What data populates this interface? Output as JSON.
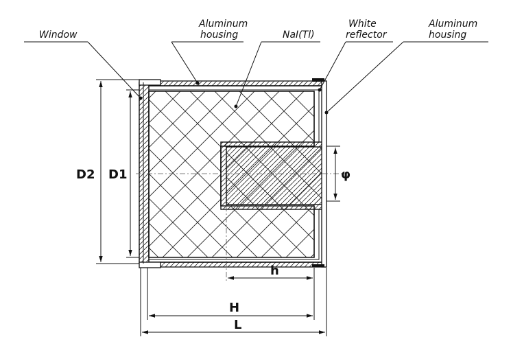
{
  "callouts": {
    "window": "Window",
    "aluminum_housing_left_line1": "Aluminum",
    "aluminum_housing_left_line2": "housing",
    "nai_tl": "NaI(Tl)",
    "white_reflector_line1": "White",
    "white_reflector_line2": "reflector",
    "aluminum_housing_right_line1": "Aluminum",
    "aluminum_housing_right_line2": "housing"
  },
  "dimensions": {
    "d2": "D2",
    "d1": "D1",
    "phi": "φ",
    "h": "h",
    "H": "H",
    "L": "L"
  }
}
